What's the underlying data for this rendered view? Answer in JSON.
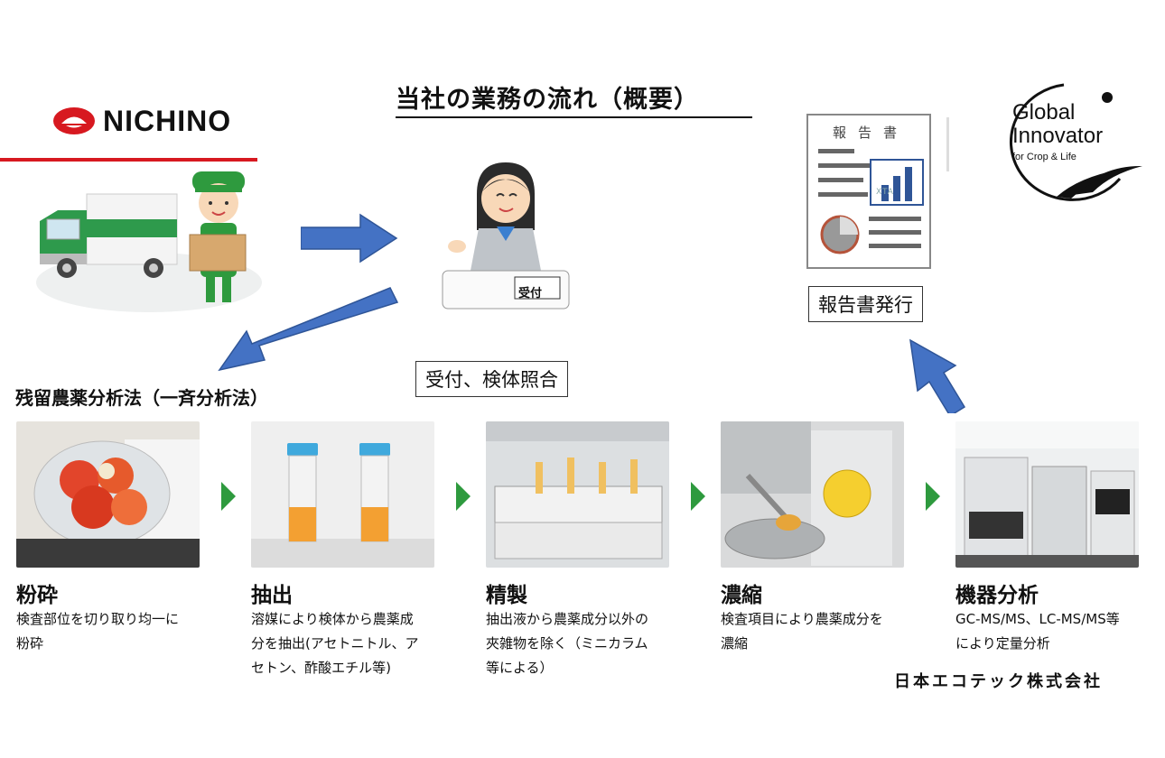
{
  "title": "当社の業務の流れ（概要）",
  "logo": {
    "text": "NICHINO",
    "color": "#d71920",
    "icon": "nichino-mark-icon"
  },
  "reception": {
    "desk_label": "受付",
    "label": "受付、検体照合"
  },
  "report": {
    "doc_title": "報告書",
    "doc_watermark": "XTA",
    "label": "報告書発行"
  },
  "global_innovator": {
    "line1": "Global",
    "line2": "Innovator",
    "line3": "for Crop & Life"
  },
  "section_title": "残留農薬分析法（一斉分析法）",
  "steps": [
    {
      "title": "粉砕",
      "desc": "検査部位を切り取り均一に\n粉砕"
    },
    {
      "title": "抽出",
      "desc": "溶媒により検体から農薬成\n分を抽出(アセトニトル、ア\nセトン、酢酸エチル等)"
    },
    {
      "title": "精製",
      "desc": "抽出液から農薬成分以外の\n夾雑物を除く（ミニカラム\n等による）"
    },
    {
      "title": "濃縮",
      "desc": "検査項目により農薬成分を\n濃縮"
    },
    {
      "title": "機器分析",
      "desc": "GC-MS/MS、LC-MS/MS等\nにより定量分析"
    }
  ],
  "company": "日本エコテック株式会社",
  "colors": {
    "accent_red": "#d71920",
    "arrow_blue": "#4472c4",
    "step_arrow_green": "#2e9a3e"
  }
}
